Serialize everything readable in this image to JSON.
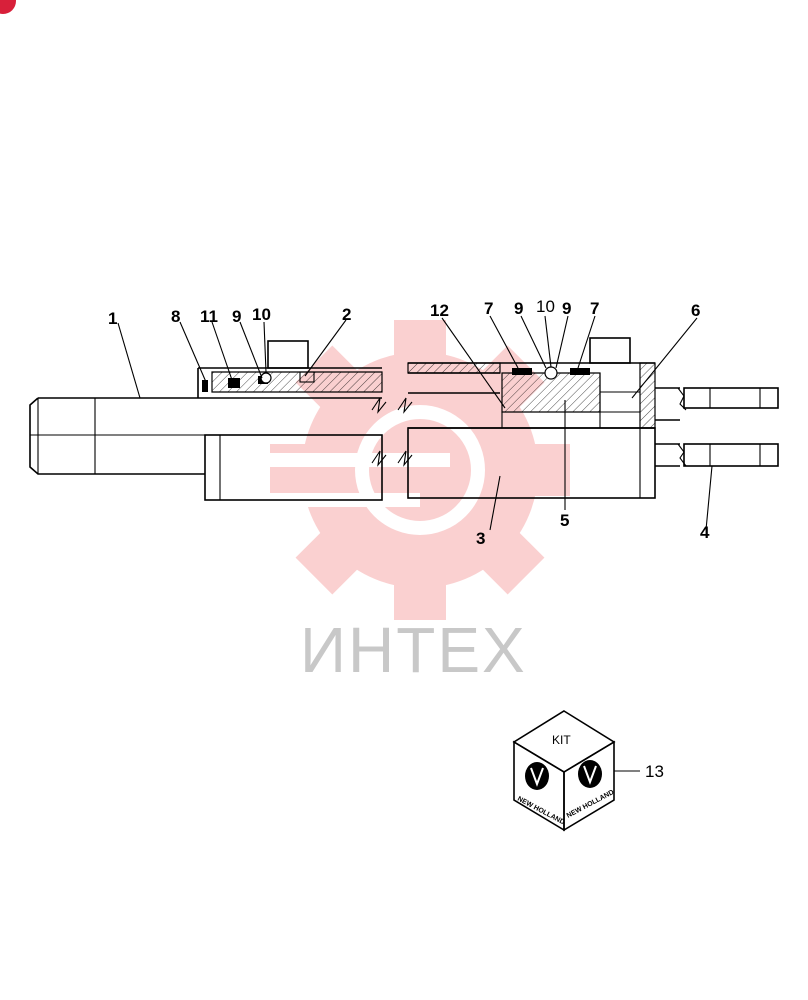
{
  "watermark": {
    "text": "ИНТЕХ",
    "color": "#f05a5a"
  },
  "callouts": {
    "c1": "1",
    "c2": "2",
    "c3": "3",
    "c4": "4",
    "c5": "5",
    "c6": "6",
    "c7a": "7",
    "c7b": "7",
    "c8": "8",
    "c9a": "9",
    "c9b": "9",
    "c9c": "9",
    "c10a": "10",
    "c10b": "10",
    "c11": "11",
    "c12": "12"
  },
  "kit": {
    "label": "KIT",
    "brand_left": "NEW HOLLAND",
    "brand_right": "NEW HOLLAND",
    "reference": "13"
  },
  "colors": {
    "accent_badge": "#d8203a",
    "line": "#000000"
  }
}
